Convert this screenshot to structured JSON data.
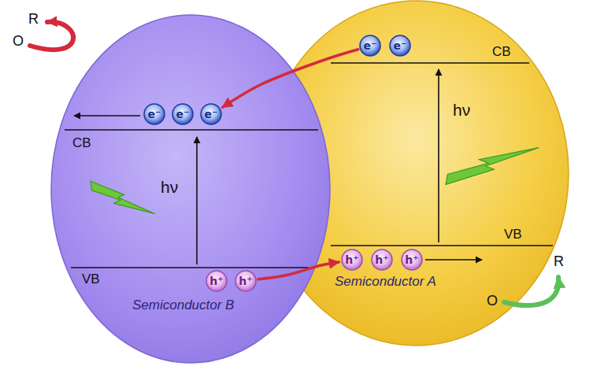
{
  "diagram": {
    "nodes": [
      {
        "text": [
          "CB",
          "hν",
          "VB",
          "Semiconductor B"
        ]
      },
      {
        "text": [
          "e⁻"
        ],
        "in": 0
      },
      {
        "text": [
          "e⁻"
        ],
        "in": 0
      },
      {
        "text": [
          "e⁻"
        ],
        "in": 0
      },
      {
        "text": [
          "h⁺"
        ],
        "in": 0
      },
      {
        "text": [
          "h⁺"
        ],
        "in": 0
      },
      {
        "text": [
          "CB",
          "hν",
          "VB",
          "Semiconductor A"
        ]
      },
      {
        "text": [
          "e⁻"
        ],
        "in": 6
      },
      {
        "text": [
          "e⁻"
        ],
        "in": 6
      },
      {
        "text": [
          "h⁺"
        ],
        "in": 6
      },
      {
        "text": [
          "h⁺"
        ],
        "in": 6
      },
      {
        "text": [
          "h⁺"
        ],
        "in": 6
      }
    ],
    "edges": [
      {
        "from": 7,
        "to": 3,
        "arrow": "to"
      },
      {
        "from": 5,
        "to": 9,
        "arrow": "to"
      }
    ],
    "labels": [
      "R",
      "O",
      "R",
      "O"
    ]
  }
}
